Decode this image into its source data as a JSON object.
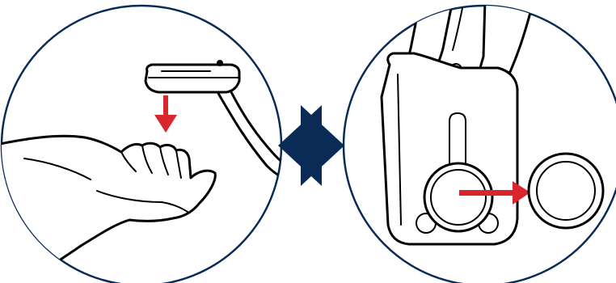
{
  "figure": {
    "panels": [
      {
        "id": "step-1",
        "depicts": "remove-cover-into-hand",
        "icons": [
          "device-cover-icon",
          "down-arrow-icon",
          "open-hand-icon"
        ]
      },
      {
        "id": "step-2",
        "depicts": "remove-battery",
        "icons": [
          "device-back-plate-icon",
          "right-arrow-icon",
          "coin-battery-icon"
        ]
      }
    ],
    "connector_icon": "chevron-right-arrow-icon",
    "colors": {
      "outline": "#0b2b57",
      "connector": "#0b2b57",
      "action_arrow": "#d9262c",
      "line_art": "#000000",
      "background": "#ffffff"
    }
  }
}
